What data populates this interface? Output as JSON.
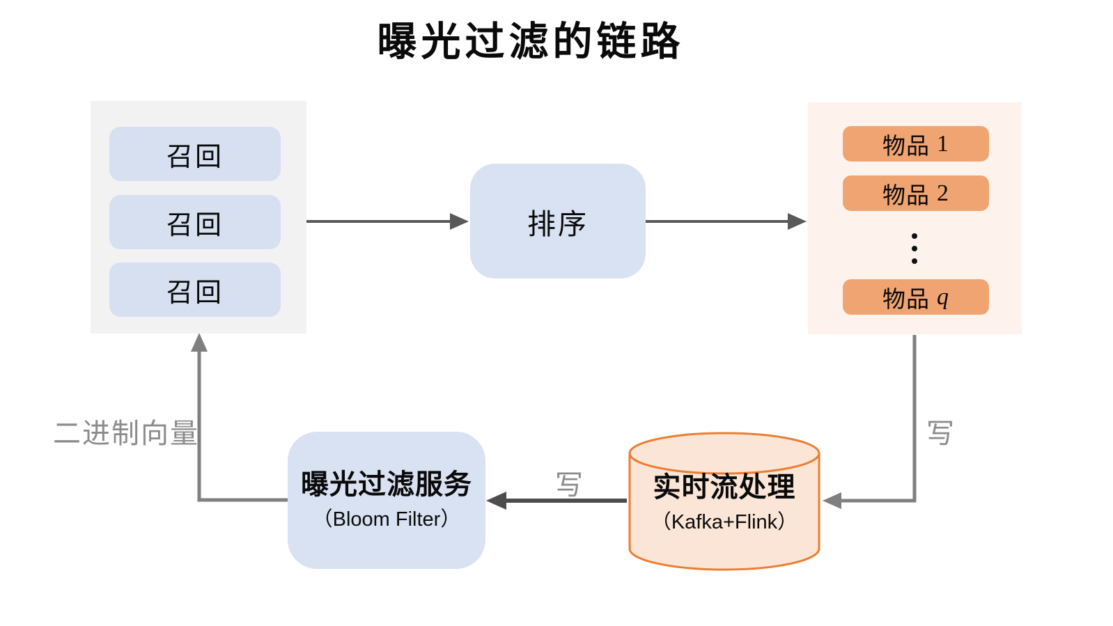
{
  "title": "曝光过滤的链路",
  "recall_panel": {
    "boxes": [
      "召回",
      "召回",
      "召回"
    ]
  },
  "ranking": {
    "label": "排序"
  },
  "items_panel": {
    "boxes": [
      {
        "prefix": "物品",
        "suffix": "1"
      },
      {
        "prefix": "物品",
        "suffix": "2"
      },
      {
        "prefix": "物品",
        "suffix": "q"
      }
    ],
    "ellipsis": "⋮"
  },
  "exposure_service": {
    "label": "曝光过滤服务",
    "sublabel": "（Bloom Filter）"
  },
  "stream_processor": {
    "label": "实时流处理",
    "sublabel": "（Kafka+Flink）"
  },
  "edge_labels": {
    "binary_vector": "二进制向量",
    "write_to_service": "写",
    "write_to_stream": "写"
  },
  "colors": {
    "panel_gray": "#f2f2f2",
    "panel_cream": "#fdf3ec",
    "recall_box_blue": "#d6e0f1",
    "big_box_blue": "#d9e2f2",
    "item_box_orange": "#f0a472",
    "cylinder_fill": "#fbe5d6",
    "cylinder_stroke": "#ed7d31",
    "arrow_dark": "#595959",
    "arrow_darker": "#4d4d4d",
    "arrow_gray": "#7f7f7f",
    "edge_label_gray": "#8c8c8c",
    "text_black": "#0a0a0a"
  }
}
